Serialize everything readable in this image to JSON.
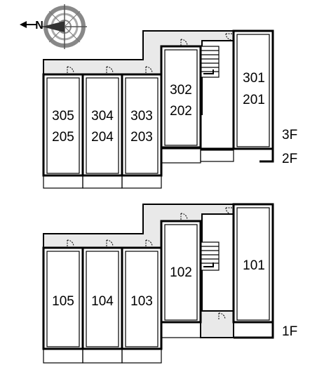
{
  "compass": {
    "north_label": "N",
    "icon": "compass-rose-icon"
  },
  "upper": {
    "floor_labels": [
      "3F",
      "2F"
    ],
    "units": [
      {
        "top": "305",
        "bottom": "205"
      },
      {
        "top": "304",
        "bottom": "204"
      },
      {
        "top": "303",
        "bottom": "203"
      },
      {
        "top": "302",
        "bottom": "202"
      },
      {
        "top": "301",
        "bottom": "201"
      }
    ]
  },
  "lower": {
    "floor_labels": [
      "1F"
    ],
    "units": [
      {
        "label": "105"
      },
      {
        "label": "104"
      },
      {
        "label": "103"
      },
      {
        "label": "102"
      },
      {
        "label": "101"
      }
    ]
  }
}
